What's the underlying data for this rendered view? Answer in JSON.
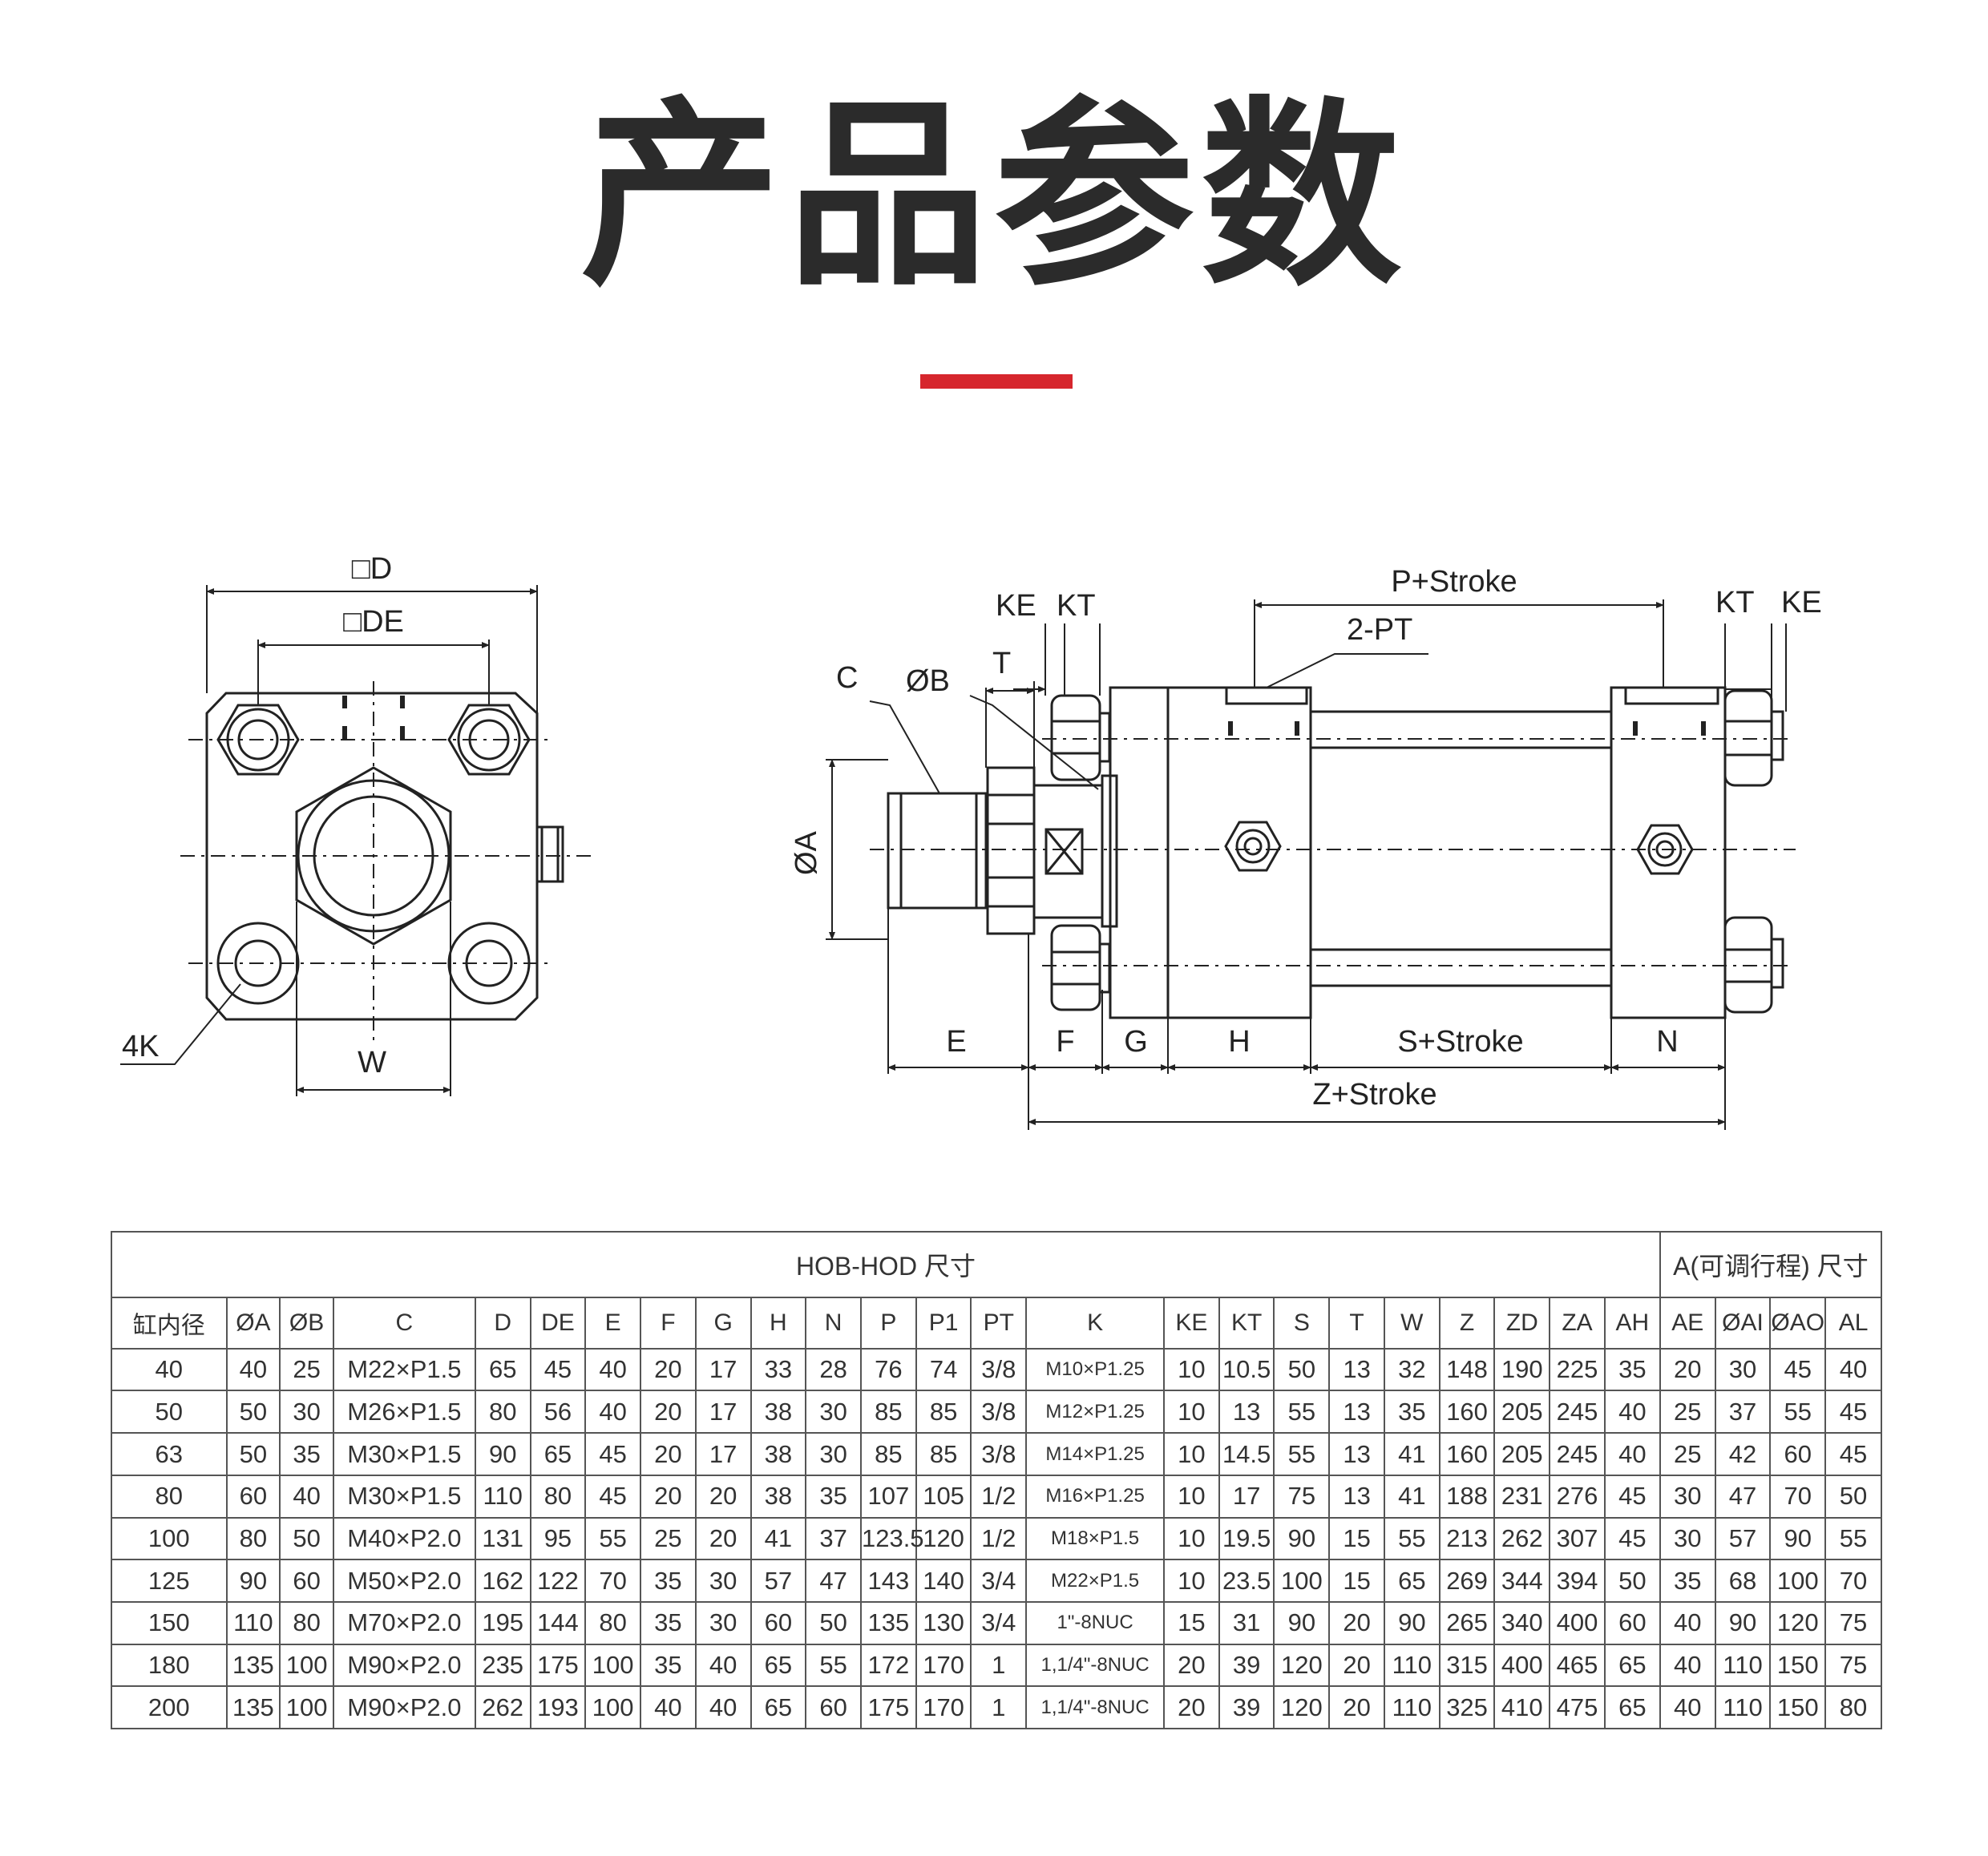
{
  "title": "产品参数",
  "accent_color": "#d6262d",
  "drawing": {
    "front": {
      "box_d": "□D",
      "box_de": "□DE",
      "k4": "4K",
      "w": "W"
    },
    "side": {
      "ke_left": "KE",
      "kt_left": "KT",
      "t": "T",
      "c": "C",
      "ob": "ØB",
      "oa": "ØA",
      "p_stroke": "P+Stroke",
      "pt2": "2-PT",
      "kt_right": "KT",
      "ke_right": "KE",
      "e": "E",
      "f": "F",
      "g": "G",
      "h": "H",
      "s_stroke": "S+Stroke",
      "n": "N",
      "z_stroke": "Z+Stroke"
    }
  },
  "table": {
    "group1": "HOB-HOD 尺寸",
    "group2": "A(可调行程) 尺寸",
    "headers": [
      "缸内径",
      "ØA",
      "ØB",
      "C",
      "D",
      "DE",
      "E",
      "F",
      "G",
      "H",
      "N",
      "P",
      "P1",
      "PT",
      "K",
      "KE",
      "KT",
      "S",
      "T",
      "W",
      "Z",
      "ZD",
      "ZA",
      "AH",
      "AE",
      "ØAI",
      "ØAO",
      "AL"
    ],
    "rows": [
      [
        "40",
        "40",
        "25",
        "M22×P1.5",
        "65",
        "45",
        "40",
        "20",
        "17",
        "33",
        "28",
        "76",
        "74",
        "3/8",
        "M10×P1.25",
        "10",
        "10.5",
        "50",
        "13",
        "32",
        "148",
        "190",
        "225",
        "35",
        "20",
        "30",
        "45",
        "40"
      ],
      [
        "50",
        "50",
        "30",
        "M26×P1.5",
        "80",
        "56",
        "40",
        "20",
        "17",
        "38",
        "30",
        "85",
        "85",
        "3/8",
        "M12×P1.25",
        "10",
        "13",
        "55",
        "13",
        "35",
        "160",
        "205",
        "245",
        "40",
        "25",
        "37",
        "55",
        "45"
      ],
      [
        "63",
        "50",
        "35",
        "M30×P1.5",
        "90",
        "65",
        "45",
        "20",
        "17",
        "38",
        "30",
        "85",
        "85",
        "3/8",
        "M14×P1.25",
        "10",
        "14.5",
        "55",
        "13",
        "41",
        "160",
        "205",
        "245",
        "40",
        "25",
        "42",
        "60",
        "45"
      ],
      [
        "80",
        "60",
        "40",
        "M30×P1.5",
        "110",
        "80",
        "45",
        "20",
        "20",
        "38",
        "35",
        "107",
        "105",
        "1/2",
        "M16×P1.25",
        "10",
        "17",
        "75",
        "13",
        "41",
        "188",
        "231",
        "276",
        "45",
        "30",
        "47",
        "70",
        "50"
      ],
      [
        "100",
        "80",
        "50",
        "M40×P2.0",
        "131",
        "95",
        "55",
        "25",
        "20",
        "41",
        "37",
        "123.5",
        "120",
        "1/2",
        "M18×P1.5",
        "10",
        "19.5",
        "90",
        "15",
        "55",
        "213",
        "262",
        "307",
        "45",
        "30",
        "57",
        "90",
        "55"
      ],
      [
        "125",
        "90",
        "60",
        "M50×P2.0",
        "162",
        "122",
        "70",
        "35",
        "30",
        "57",
        "47",
        "143",
        "140",
        "3/4",
        "M22×P1.5",
        "10",
        "23.5",
        "100",
        "15",
        "65",
        "269",
        "344",
        "394",
        "50",
        "35",
        "68",
        "100",
        "70"
      ],
      [
        "150",
        "110",
        "80",
        "M70×P2.0",
        "195",
        "144",
        "80",
        "35",
        "30",
        "60",
        "50",
        "135",
        "130",
        "3/4",
        "1\"-8NUC",
        "15",
        "31",
        "90",
        "20",
        "90",
        "265",
        "340",
        "400",
        "60",
        "40",
        "90",
        "120",
        "75"
      ],
      [
        "180",
        "135",
        "100",
        "M90×P2.0",
        "235",
        "175",
        "100",
        "35",
        "40",
        "65",
        "55",
        "172",
        "170",
        "1",
        "1,1/4\"-8NUC",
        "20",
        "39",
        "120",
        "20",
        "110",
        "315",
        "400",
        "465",
        "65",
        "40",
        "110",
        "150",
        "75"
      ],
      [
        "200",
        "135",
        "100",
        "M90×P2.0",
        "262",
        "193",
        "100",
        "40",
        "40",
        "65",
        "60",
        "175",
        "170",
        "1",
        "1,1/4\"-8NUC",
        "20",
        "39",
        "120",
        "20",
        "110",
        "325",
        "410",
        "475",
        "65",
        "40",
        "110",
        "150",
        "80"
      ]
    ]
  }
}
